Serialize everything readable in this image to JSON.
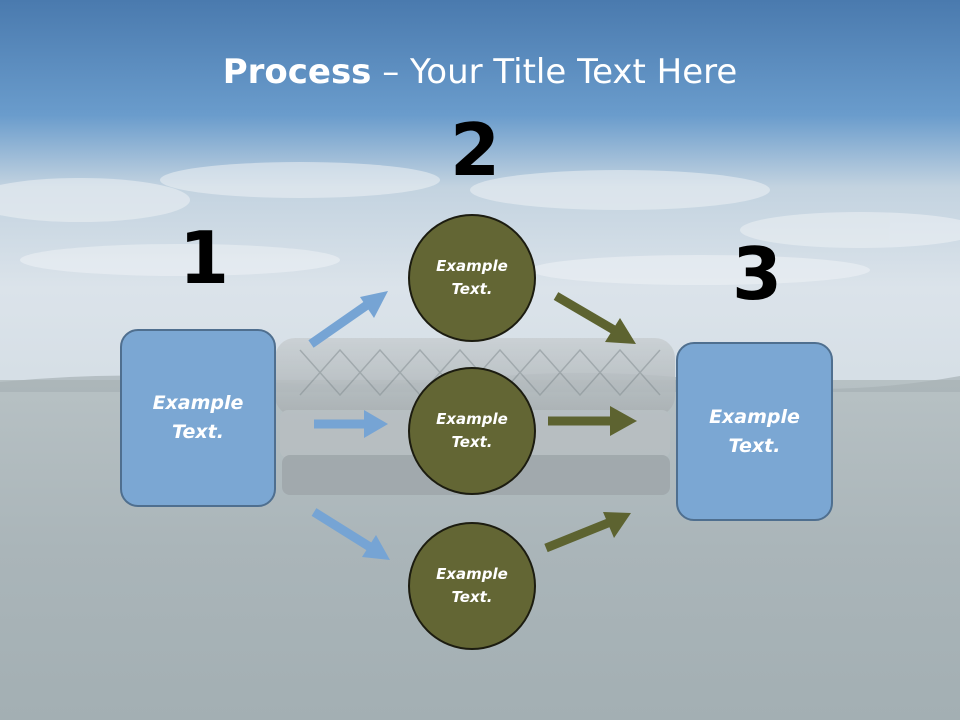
{
  "title": {
    "bold": "Process",
    "rest": " – Your Title Text Here"
  },
  "steps": [
    {
      "number": "1"
    },
    {
      "number": "2"
    },
    {
      "number": "3"
    }
  ],
  "left_box": {
    "line1": "Example",
    "line2": "Text."
  },
  "right_box": {
    "line1": "Example",
    "line2": "Text."
  },
  "circles": [
    {
      "line1": "Example",
      "line2": "Text."
    },
    {
      "line1": "Example",
      "line2": "Text."
    },
    {
      "line1": "Example",
      "line2": "Text."
    }
  ],
  "colors": {
    "box_fill": "#7ba7d3",
    "circle_fill": "#636634",
    "blue_arrow": "#76a4d4",
    "olive_arrow": "#5d6330",
    "sky_top": "#4d7fb3"
  }
}
